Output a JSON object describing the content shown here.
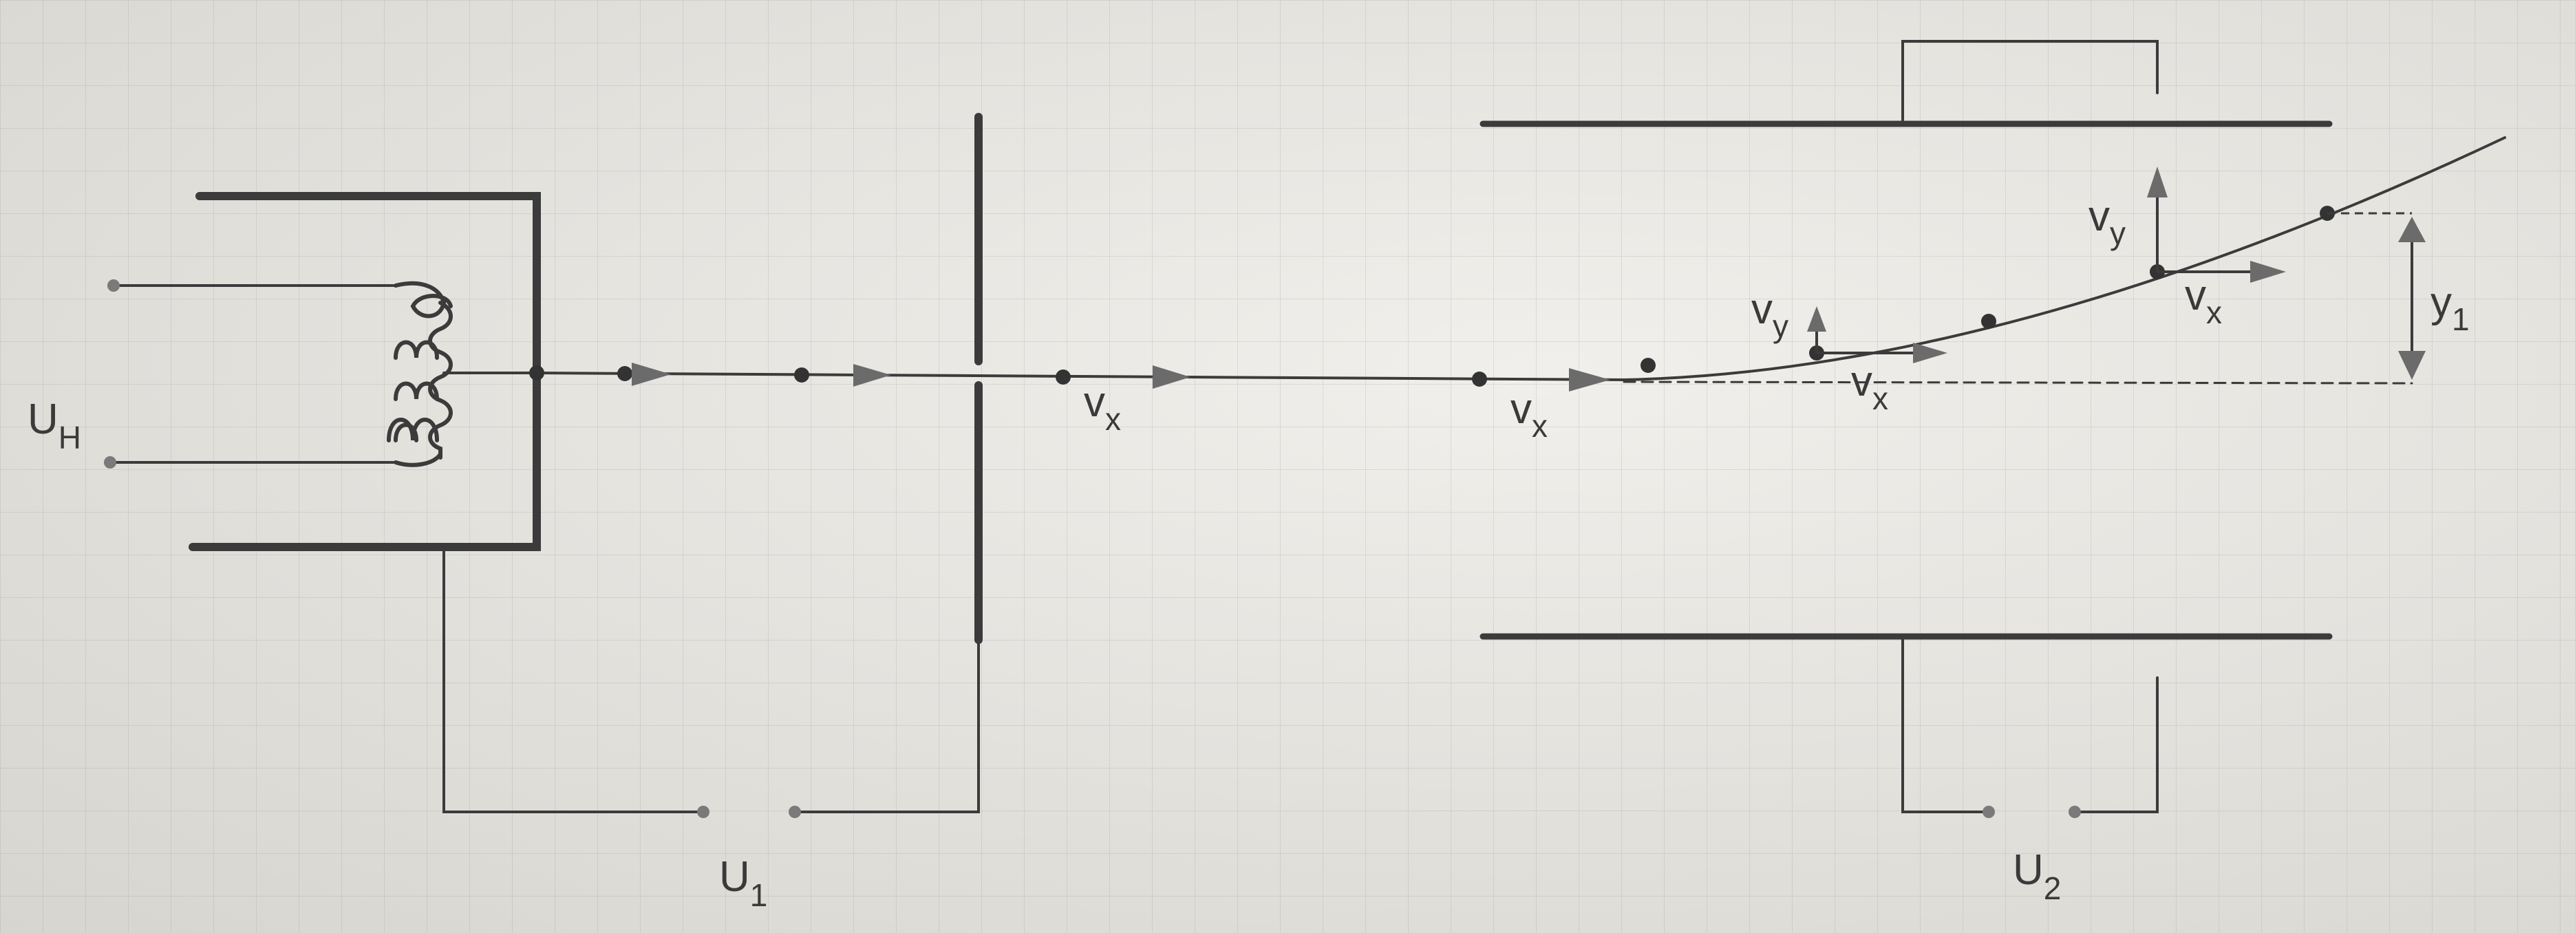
{
  "labels": {
    "uh_main": "U",
    "uh_sub": "H",
    "u1_main": "U",
    "u1_sub": "1",
    "u2_main": "U",
    "u2_sub": "2",
    "vx_main": "v",
    "vx_sub": "x",
    "vy_main": "v",
    "vy_sub": "y",
    "y1_main": "y",
    "y1_sub": "1"
  },
  "colors": {
    "line": "#3b3b3b",
    "arrow": "#6b6b6b",
    "dot": "#333333",
    "label": "#3a3a3a"
  }
}
